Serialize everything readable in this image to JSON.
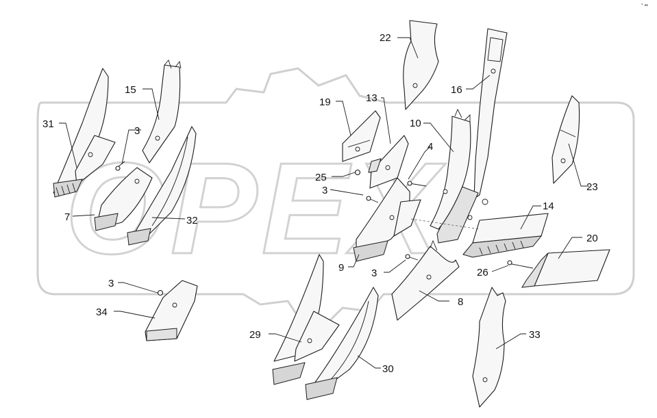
{
  "watermark": {
    "text": "OPEX"
  },
  "corner_mark": "° ••",
  "callouts": [
    {
      "id": "1",
      "text": "22"
    },
    {
      "id": "2",
      "text": "16"
    },
    {
      "id": "3",
      "text": "15"
    },
    {
      "id": "4",
      "text": "31"
    },
    {
      "id": "5",
      "text": "3"
    },
    {
      "id": "6",
      "text": "19"
    },
    {
      "id": "7",
      "text": "13"
    },
    {
      "id": "8",
      "text": "10"
    },
    {
      "id": "9",
      "text": "4"
    },
    {
      "id": "10",
      "text": "23"
    },
    {
      "id": "11",
      "text": "25"
    },
    {
      "id": "12",
      "text": "3"
    },
    {
      "id": "13",
      "text": "14"
    },
    {
      "id": "14",
      "text": "7"
    },
    {
      "id": "15",
      "text": "32"
    },
    {
      "id": "16",
      "text": "20"
    },
    {
      "id": "17",
      "text": "9"
    },
    {
      "id": "18",
      "text": "3"
    },
    {
      "id": "19",
      "text": "26"
    },
    {
      "id": "20",
      "text": "3"
    },
    {
      "id": "21",
      "text": "8"
    },
    {
      "id": "22",
      "text": "34"
    },
    {
      "id": "23",
      "text": "29"
    },
    {
      "id": "24",
      "text": "33"
    },
    {
      "id": "25",
      "text": "30"
    }
  ]
}
